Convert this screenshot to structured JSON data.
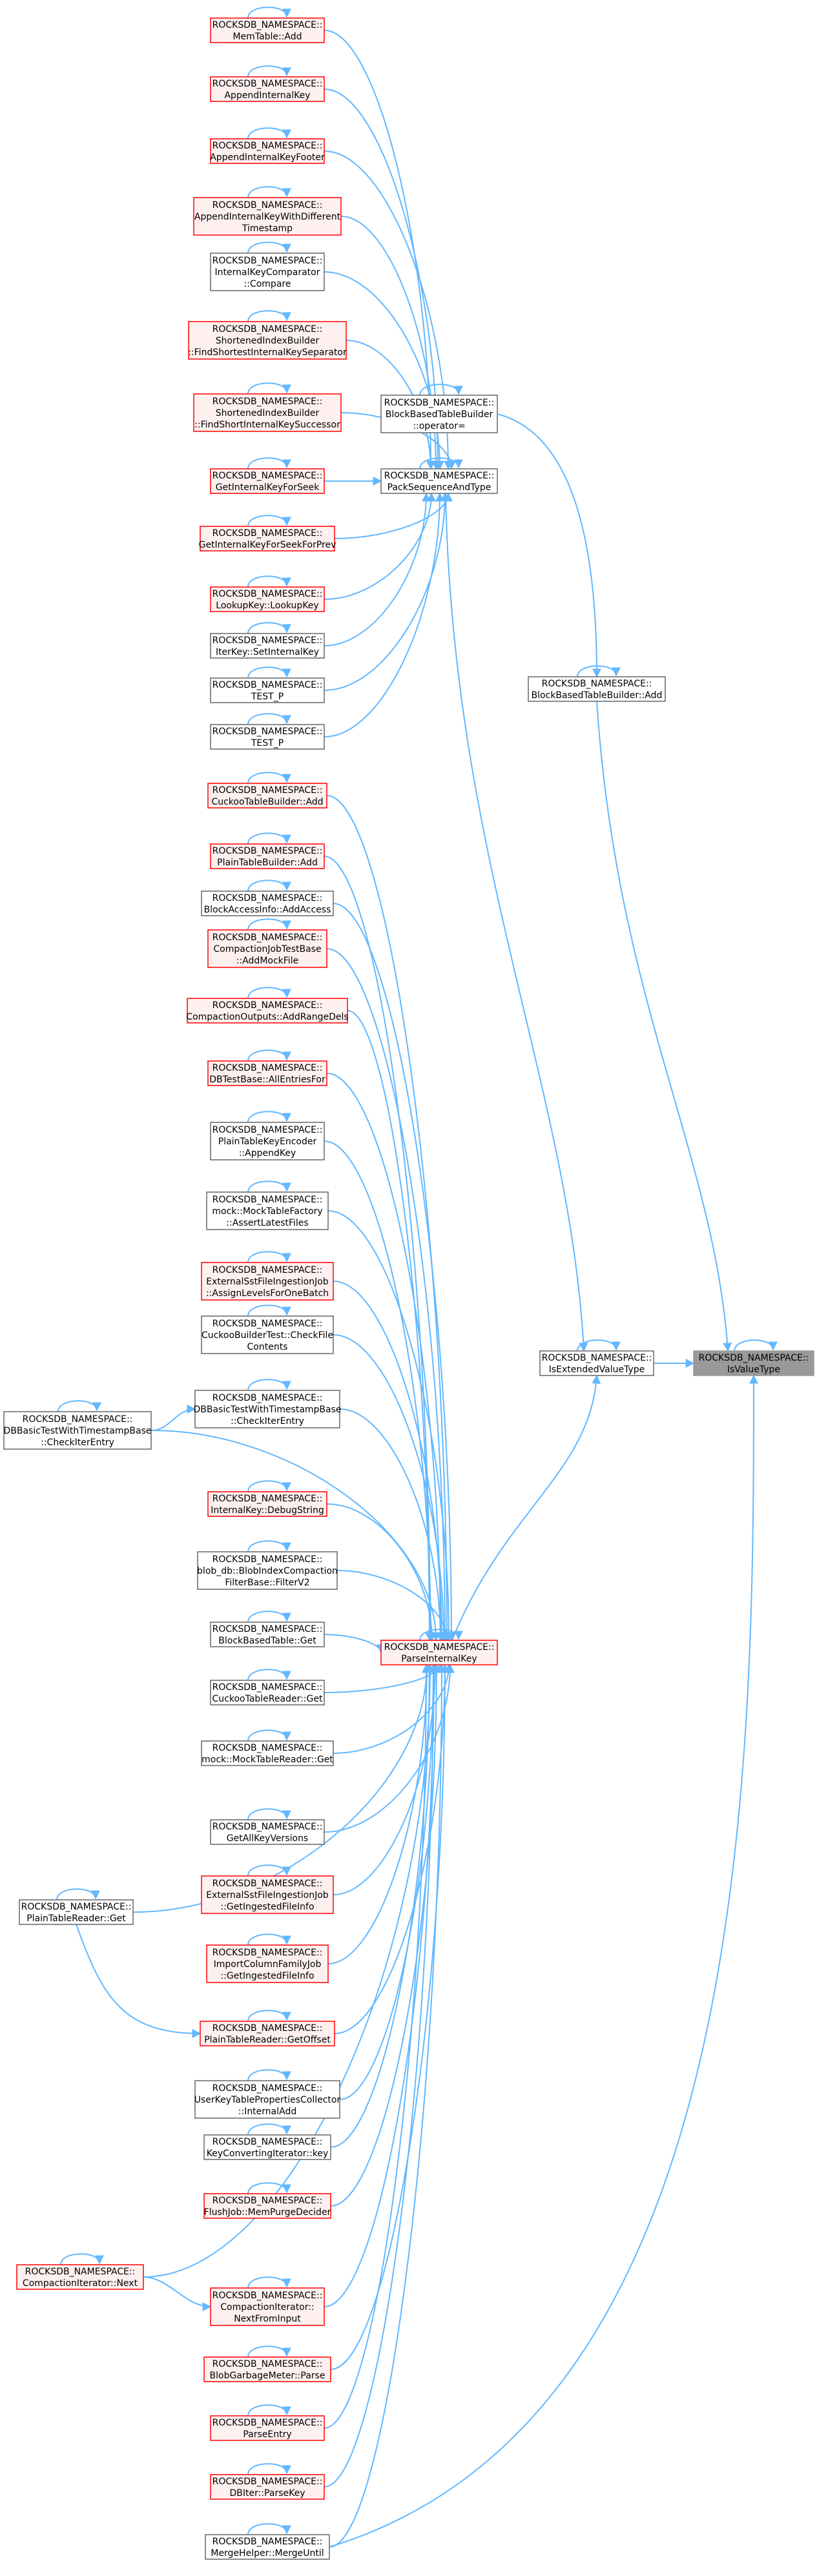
{
  "colors": {
    "edge": "#63b8ff",
    "red_border": "#ff0000",
    "red_fill": "#fff0f0",
    "normal_border": "#666666",
    "normal_fill": "#ffffff",
    "focus_border": "#999999",
    "focus_fill": "#999999"
  },
  "nodes": [
    {
      "id": "memtable_add",
      "style": "red",
      "lines": [
        "ROCKSDB_NAMESPACE::",
        "MemTable::Add"
      ]
    },
    {
      "id": "append_internal_key",
      "style": "red",
      "lines": [
        "ROCKSDB_NAMESPACE::",
        "AppendInternalKey"
      ]
    },
    {
      "id": "append_internal_key_footer",
      "style": "red",
      "lines": [
        "ROCKSDB_NAMESPACE::",
        "AppendInternalKeyFooter"
      ]
    },
    {
      "id": "append_internal_key_with_different_timestamp",
      "style": "red",
      "lines": [
        "ROCKSDB_NAMESPACE::",
        "AppendInternalKeyWithDifferent",
        "Timestamp"
      ]
    },
    {
      "id": "internal_key_comparator_compare",
      "style": "normal",
      "lines": [
        "ROCKSDB_NAMESPACE::",
        "InternalKeyComparator",
        "::Compare"
      ]
    },
    {
      "id": "shortened_find_shortest_separator",
      "style": "red",
      "lines": [
        "ROCKSDB_NAMESPACE::",
        "ShortenedIndexBuilder",
        "::FindShortestInternalKeySeparator"
      ]
    },
    {
      "id": "shortened_find_short_successor",
      "style": "red",
      "lines": [
        "ROCKSDB_NAMESPACE::",
        "ShortenedIndexBuilder",
        "::FindShortInternalKeySuccessor"
      ]
    },
    {
      "id": "get_internal_key_for_seek",
      "style": "red",
      "lines": [
        "ROCKSDB_NAMESPACE::",
        "GetInternalKeyForSeek"
      ]
    },
    {
      "id": "get_internal_key_for_seek_for_prev",
      "style": "red",
      "lines": [
        "ROCKSDB_NAMESPACE::",
        "GetInternalKeyForSeekForPrev"
      ]
    },
    {
      "id": "lookupkey_lookupkey",
      "style": "red",
      "lines": [
        "ROCKSDB_NAMESPACE::",
        "LookupKey::LookupKey"
      ]
    },
    {
      "id": "iterkey_set_internal_key",
      "style": "normal",
      "lines": [
        "ROCKSDB_NAMESPACE::",
        "IterKey::SetInternalKey"
      ]
    },
    {
      "id": "test_p_1",
      "style": "normal",
      "lines": [
        "ROCKSDB_NAMESPACE::",
        "TEST_P"
      ]
    },
    {
      "id": "test_p_2",
      "style": "normal",
      "lines": [
        "ROCKSDB_NAMESPACE::",
        "TEST_P"
      ]
    },
    {
      "id": "cuckoo_table_builder_add",
      "style": "red",
      "lines": [
        "ROCKSDB_NAMESPACE::",
        "CuckooTableBuilder::Add"
      ]
    },
    {
      "id": "plain_table_builder_add",
      "style": "red",
      "lines": [
        "ROCKSDB_NAMESPACE::",
        "PlainTableBuilder::Add"
      ]
    },
    {
      "id": "block_access_info_add_access",
      "style": "normal",
      "lines": [
        "ROCKSDB_NAMESPACE::",
        "BlockAccessInfo::AddAccess"
      ]
    },
    {
      "id": "compaction_job_test_add_mock_file",
      "style": "red",
      "lines": [
        "ROCKSDB_NAMESPACE::",
        "CompactionJobTestBase",
        "::AddMockFile"
      ]
    },
    {
      "id": "compaction_outputs_add_range_dels",
      "style": "red",
      "lines": [
        "ROCKSDB_NAMESPACE::",
        "CompactionOutputs::AddRangeDels"
      ]
    },
    {
      "id": "dbtestbase_all_entries_for",
      "style": "red",
      "lines": [
        "ROCKSDB_NAMESPACE::",
        "DBTestBase::AllEntriesFor"
      ]
    },
    {
      "id": "plain_table_key_encoder_append_key",
      "style": "normal",
      "lines": [
        "ROCKSDB_NAMESPACE::",
        "PlainTableKeyEncoder",
        "::AppendKey"
      ]
    },
    {
      "id": "mock_table_factory_assert_latest_files",
      "style": "normal",
      "lines": [
        "ROCKSDB_NAMESPACE::",
        "mock::MockTableFactory",
        "::AssertLatestFiles"
      ]
    },
    {
      "id": "external_sst_assign_levels",
      "style": "red",
      "lines": [
        "ROCKSDB_NAMESPACE::",
        "ExternalSstFileIngestionJob",
        "::AssignLevelsForOneBatch"
      ]
    },
    {
      "id": "cuckoo_builder_test_check_file_contents",
      "style": "normal",
      "lines": [
        "ROCKSDB_NAMESPACE::",
        "CuckooBuilderTest::CheckFile",
        "Contents"
      ]
    },
    {
      "id": "dbbasic_ts_check_iter_entry_mid",
      "style": "normal",
      "lines": [
        "ROCKSDB_NAMESPACE::",
        "DBBasicTestWithTimestampBase",
        "::CheckIterEntry"
      ]
    },
    {
      "id": "dbbasic_ts_check_iter_entry_left",
      "style": "normal",
      "lines": [
        "ROCKSDB_NAMESPACE::",
        "DBBasicTestWithTimestampBase",
        "::CheckIterEntry"
      ]
    },
    {
      "id": "internal_key_debug_string",
      "style": "red",
      "lines": [
        "ROCKSDB_NAMESPACE::",
        "InternalKey::DebugString"
      ]
    },
    {
      "id": "blob_index_compaction_filter_v2",
      "style": "normal",
      "lines": [
        "ROCKSDB_NAMESPACE::",
        "blob_db::BlobIndexCompaction",
        "FilterBase::FilterV2"
      ]
    },
    {
      "id": "block_based_table_get",
      "style": "normal",
      "lines": [
        "ROCKSDB_NAMESPACE::",
        "BlockBasedTable::Get"
      ]
    },
    {
      "id": "cuckoo_table_reader_get",
      "style": "normal",
      "lines": [
        "ROCKSDB_NAMESPACE::",
        "CuckooTableReader::Get"
      ]
    },
    {
      "id": "mock_table_reader_get",
      "style": "normal",
      "lines": [
        "ROCKSDB_NAMESPACE::",
        "mock::MockTableReader::Get"
      ]
    },
    {
      "id": "get_all_key_versions",
      "style": "normal",
      "lines": [
        "ROCKSDB_NAMESPACE::",
        "GetAllKeyVersions"
      ]
    },
    {
      "id": "external_sst_get_ingested_file_info",
      "style": "red",
      "lines": [
        "ROCKSDB_NAMESPACE::",
        "ExternalSstFileIngestionJob",
        "::GetIngestedFileInfo"
      ]
    },
    {
      "id": "import_cf_job_get_ingested_file_info",
      "style": "red",
      "lines": [
        "ROCKSDB_NAMESPACE::",
        "ImportColumnFamilyJob",
        "::GetIngestedFileInfo"
      ]
    },
    {
      "id": "plain_table_reader_get_offset",
      "style": "red",
      "lines": [
        "ROCKSDB_NAMESPACE::",
        "PlainTableReader::GetOffset"
      ]
    },
    {
      "id": "user_key_table_props_internal_add",
      "style": "normal",
      "lines": [
        "ROCKSDB_NAMESPACE::",
        "UserKeyTablePropertiesCollector",
        "::InternalAdd"
      ]
    },
    {
      "id": "key_converting_iterator_key",
      "style": "normal",
      "lines": [
        "ROCKSDB_NAMESPACE::",
        "KeyConvertingIterator::key"
      ]
    },
    {
      "id": "flush_job_mem_purge_decider",
      "style": "red",
      "lines": [
        "ROCKSDB_NAMESPACE::",
        "FlushJob::MemPurgeDecider"
      ]
    },
    {
      "id": "compaction_iterator_next_from_input",
      "style": "red",
      "lines": [
        "ROCKSDB_NAMESPACE::",
        "CompactionIterator::",
        "NextFromInput"
      ]
    },
    {
      "id": "blob_garbage_meter_parse",
      "style": "red",
      "lines": [
        "ROCKSDB_NAMESPACE::",
        "BlobGarbageMeter::Parse"
      ]
    },
    {
      "id": "parse_entry",
      "style": "red",
      "lines": [
        "ROCKSDB_NAMESPACE::",
        "ParseEntry"
      ]
    },
    {
      "id": "dbiter_parse_key",
      "style": "red",
      "lines": [
        "ROCKSDB_NAMESPACE::",
        "DBIter::ParseKey"
      ]
    },
    {
      "id": "merge_helper_merge_until",
      "style": "normal",
      "lines": [
        "ROCKSDB_NAMESPACE::",
        "MergeHelper::MergeUntil"
      ]
    },
    {
      "id": "plain_table_reader_get",
      "style": "normal",
      "lines": [
        "ROCKSDB_NAMESPACE::",
        "PlainTableReader::Get"
      ]
    },
    {
      "id": "compaction_iterator_next",
      "style": "red",
      "lines": [
        "ROCKSDB_NAMESPACE::",
        "CompactionIterator::Next"
      ]
    },
    {
      "id": "block_based_table_builder_operator",
      "style": "normal",
      "lines": [
        "ROCKSDB_NAMESPACE::",
        "BlockBasedTableBuilder",
        "::operator="
      ]
    },
    {
      "id": "pack_sequence_and_type",
      "style": "normal",
      "lines": [
        "ROCKSDB_NAMESPACE::",
        "PackSequenceAndType"
      ]
    },
    {
      "id": "parse_internal_key",
      "style": "red",
      "lines": [
        "ROCKSDB_NAMESPACE::",
        "ParseInternalKey"
      ]
    },
    {
      "id": "block_based_table_builder_add",
      "style": "normal",
      "lines": [
        "ROCKSDB_NAMESPACE::",
        "BlockBasedTableBuilder::Add"
      ]
    },
    {
      "id": "is_extended_value_type",
      "style": "normal",
      "lines": [
        "ROCKSDB_NAMESPACE::",
        "IsExtendedValueType"
      ]
    },
    {
      "id": "is_value_type",
      "style": "focus",
      "lines": [
        "ROCKSDB_NAMESPACE::",
        "IsValueType"
      ]
    }
  ]
}
